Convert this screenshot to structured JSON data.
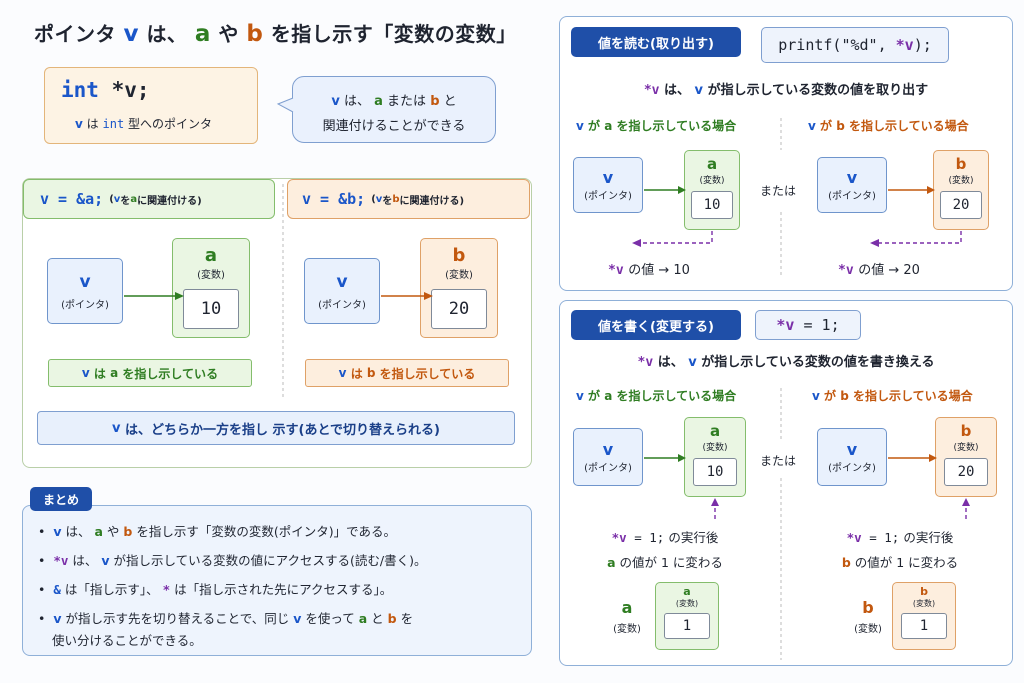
{
  "title": {
    "p1": "ポインタ",
    "v": "v",
    "p2": "は、",
    "a": "a",
    "p3": "や",
    "b": "b",
    "p4": "を指し示す「変数の変数」"
  },
  "decl": {
    "code_int": "int",
    "code_rest": "*v;",
    "desc_v": "v",
    "desc_mid": "は",
    "desc_int": "int",
    "desc_rest": "型へのポインタ"
  },
  "bubble": {
    "v": "v",
    "t1": "は、",
    "a": "a",
    "t2": "または",
    "b": "b",
    "t3": "と",
    "line2": "関連付けることができる"
  },
  "left_panel": {
    "assign_a": {
      "code": "v = &a;",
      "note_pre": "(",
      "note_v": "v",
      "note_mid": "を",
      "note_a": "a",
      "note_post": "に関連付ける)"
    },
    "assign_b": {
      "code": "v = &b;",
      "note_pre": "(",
      "note_v": "v",
      "note_mid": "を",
      "note_b": "b",
      "note_post": "に関連付ける)"
    },
    "ptr_name": "v",
    "ptr_sub": "(ポインタ)",
    "var_a": {
      "name": "a",
      "sub": "(変数)",
      "value": "10"
    },
    "var_b": {
      "name": "b",
      "sub": "(変数)",
      "value": "20"
    },
    "caption_a": {
      "v": "v",
      "mid": "は",
      "a": "a",
      "rest": "を指し示している"
    },
    "caption_b": {
      "v": "v",
      "mid": "は",
      "b": "b",
      "rest": "を指し示している"
    },
    "bottom": {
      "v": "v",
      "text": "は、どちらか一方を指し 示す(あとで切り替えられる)"
    }
  },
  "read_panel": {
    "header": "値を読む(取り出す)",
    "code_pre": "printf(\"%d\", ",
    "code_ptr": "*v",
    "code_post": ");",
    "desc": {
      "star_v": "*v",
      "t1": "は、",
      "v": "v",
      "t2": "が指し示している変数の値を取り出す"
    },
    "case_a": {
      "v": "v",
      "t1": "が",
      "a": "a",
      "t2": "を指し示している場合"
    },
    "case_b": {
      "v": "v",
      "t1": "が",
      "b": "b",
      "t2": "を指し示している場合"
    },
    "or": "または",
    "result_a": {
      "star_v": "*v",
      "rest": "の値 → 10"
    },
    "result_b": {
      "star_v": "*v",
      "rest": "の値 → 20"
    }
  },
  "write_panel": {
    "header": "値を書く(変更する)",
    "code_ptr": "*v",
    "code_rest": " = 1;",
    "desc": {
      "star_v": "*v",
      "t1": "は、",
      "v": "v",
      "t2": "が指し示している変数の値を書き換える"
    },
    "case_a": {
      "v": "v",
      "t1": "が",
      "a": "a",
      "t2": "を指し示している場合"
    },
    "case_b": {
      "v": "v",
      "t1": "が",
      "b": "b",
      "t2": "を指し示している場合"
    },
    "or": "または",
    "after": {
      "star_v": "*v",
      "code": " = 1;",
      "rest": "の実行後"
    },
    "change_a": {
      "a": "a",
      "rest": "の値が 1 に変わる"
    },
    "change_b": {
      "b": "b",
      "rest": "の値が 1 に変わる"
    },
    "result_var_sub": "(変数)",
    "result_value": "1"
  },
  "summary": {
    "header": "まとめ",
    "item1": {
      "v": "v",
      "t1": "は、",
      "a": "a",
      "t2": "や",
      "b": "b",
      "t3": "を指し示す「変数の変数(ポインタ)」である。"
    },
    "item2": {
      "star_v": "*v",
      "t1": "は、",
      "v": "v",
      "t2": "が指し示している変数の値にアクセスする(読む/書く)。"
    },
    "item3": {
      "amp": "&",
      "t1": "は「指し示す」、",
      "star": "*",
      "t2": "は「指し示された先にアクセスする」。"
    },
    "item4": {
      "v1": "v",
      "t1": "が指し示す先を切り替えることで、同じ",
      "v2": "v",
      "t2": "を使って",
      "a": "a",
      "t3": "と",
      "b": "b",
      "t4": "を",
      "line2": "使い分けることができる。"
    }
  },
  "colors": {
    "blue": "#1a56c9",
    "green": "#2f7d22",
    "orange": "#c2580f",
    "purple": "#7a2fa8",
    "header": "#1f4fa8"
  }
}
